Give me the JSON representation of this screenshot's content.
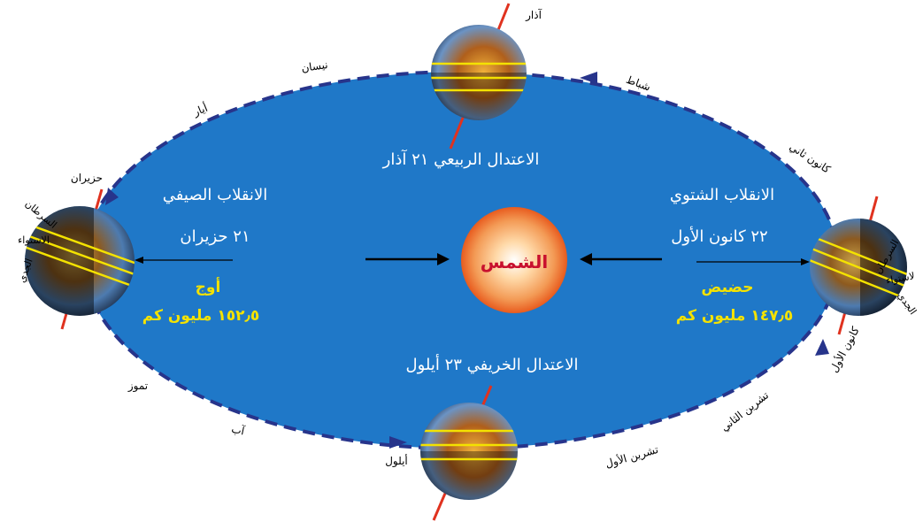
{
  "sun": {
    "label": "الشمس"
  },
  "colors": {
    "orbit_fill": "#1f78c8",
    "orbit_dash": "#27348b",
    "sun_core": "#e85b1e",
    "sun_glow": "#ffe1b0",
    "sun_label": "#c8102e",
    "highlight": "#f4e200",
    "axis": "#e0321f",
    "white": "#ffffff"
  },
  "events": {
    "spring": {
      "title": "الاعتدال الربيعي ٢١ آذار",
      "month": "آذار"
    },
    "autumn": {
      "title": "الاعتدال الخريفي ٢٣ أيلول",
      "month": "أيلول"
    },
    "summer": {
      "title": "الانقلاب الصيفي",
      "date": "٢١ حزيران",
      "month": "حزيران",
      "apsis": "أوج",
      "distance": "١٥٢٫٥ مليون كم",
      "lat_labels": [
        "السرطان",
        "الاستواء",
        "الجدي"
      ]
    },
    "winter": {
      "title": "الانقلاب الشتوي",
      "date": "٢٢ كانون الأول",
      "apsis": "حضيض",
      "distance": "١٤٧٫٥ مليون كم",
      "lat_labels": [
        "السرطان",
        "لاستواء",
        "الجدي"
      ]
    }
  },
  "months": {
    "nisan": "نيسان",
    "ayar": "أيار",
    "shubat": "شباط",
    "kanun2": "كانون ثاني",
    "tammuz": "تموز",
    "ab": "آب",
    "tishrin1": "تشرين الأول",
    "tishrin2": "تشرين الثاني",
    "kanun1": "كانون الأول"
  }
}
